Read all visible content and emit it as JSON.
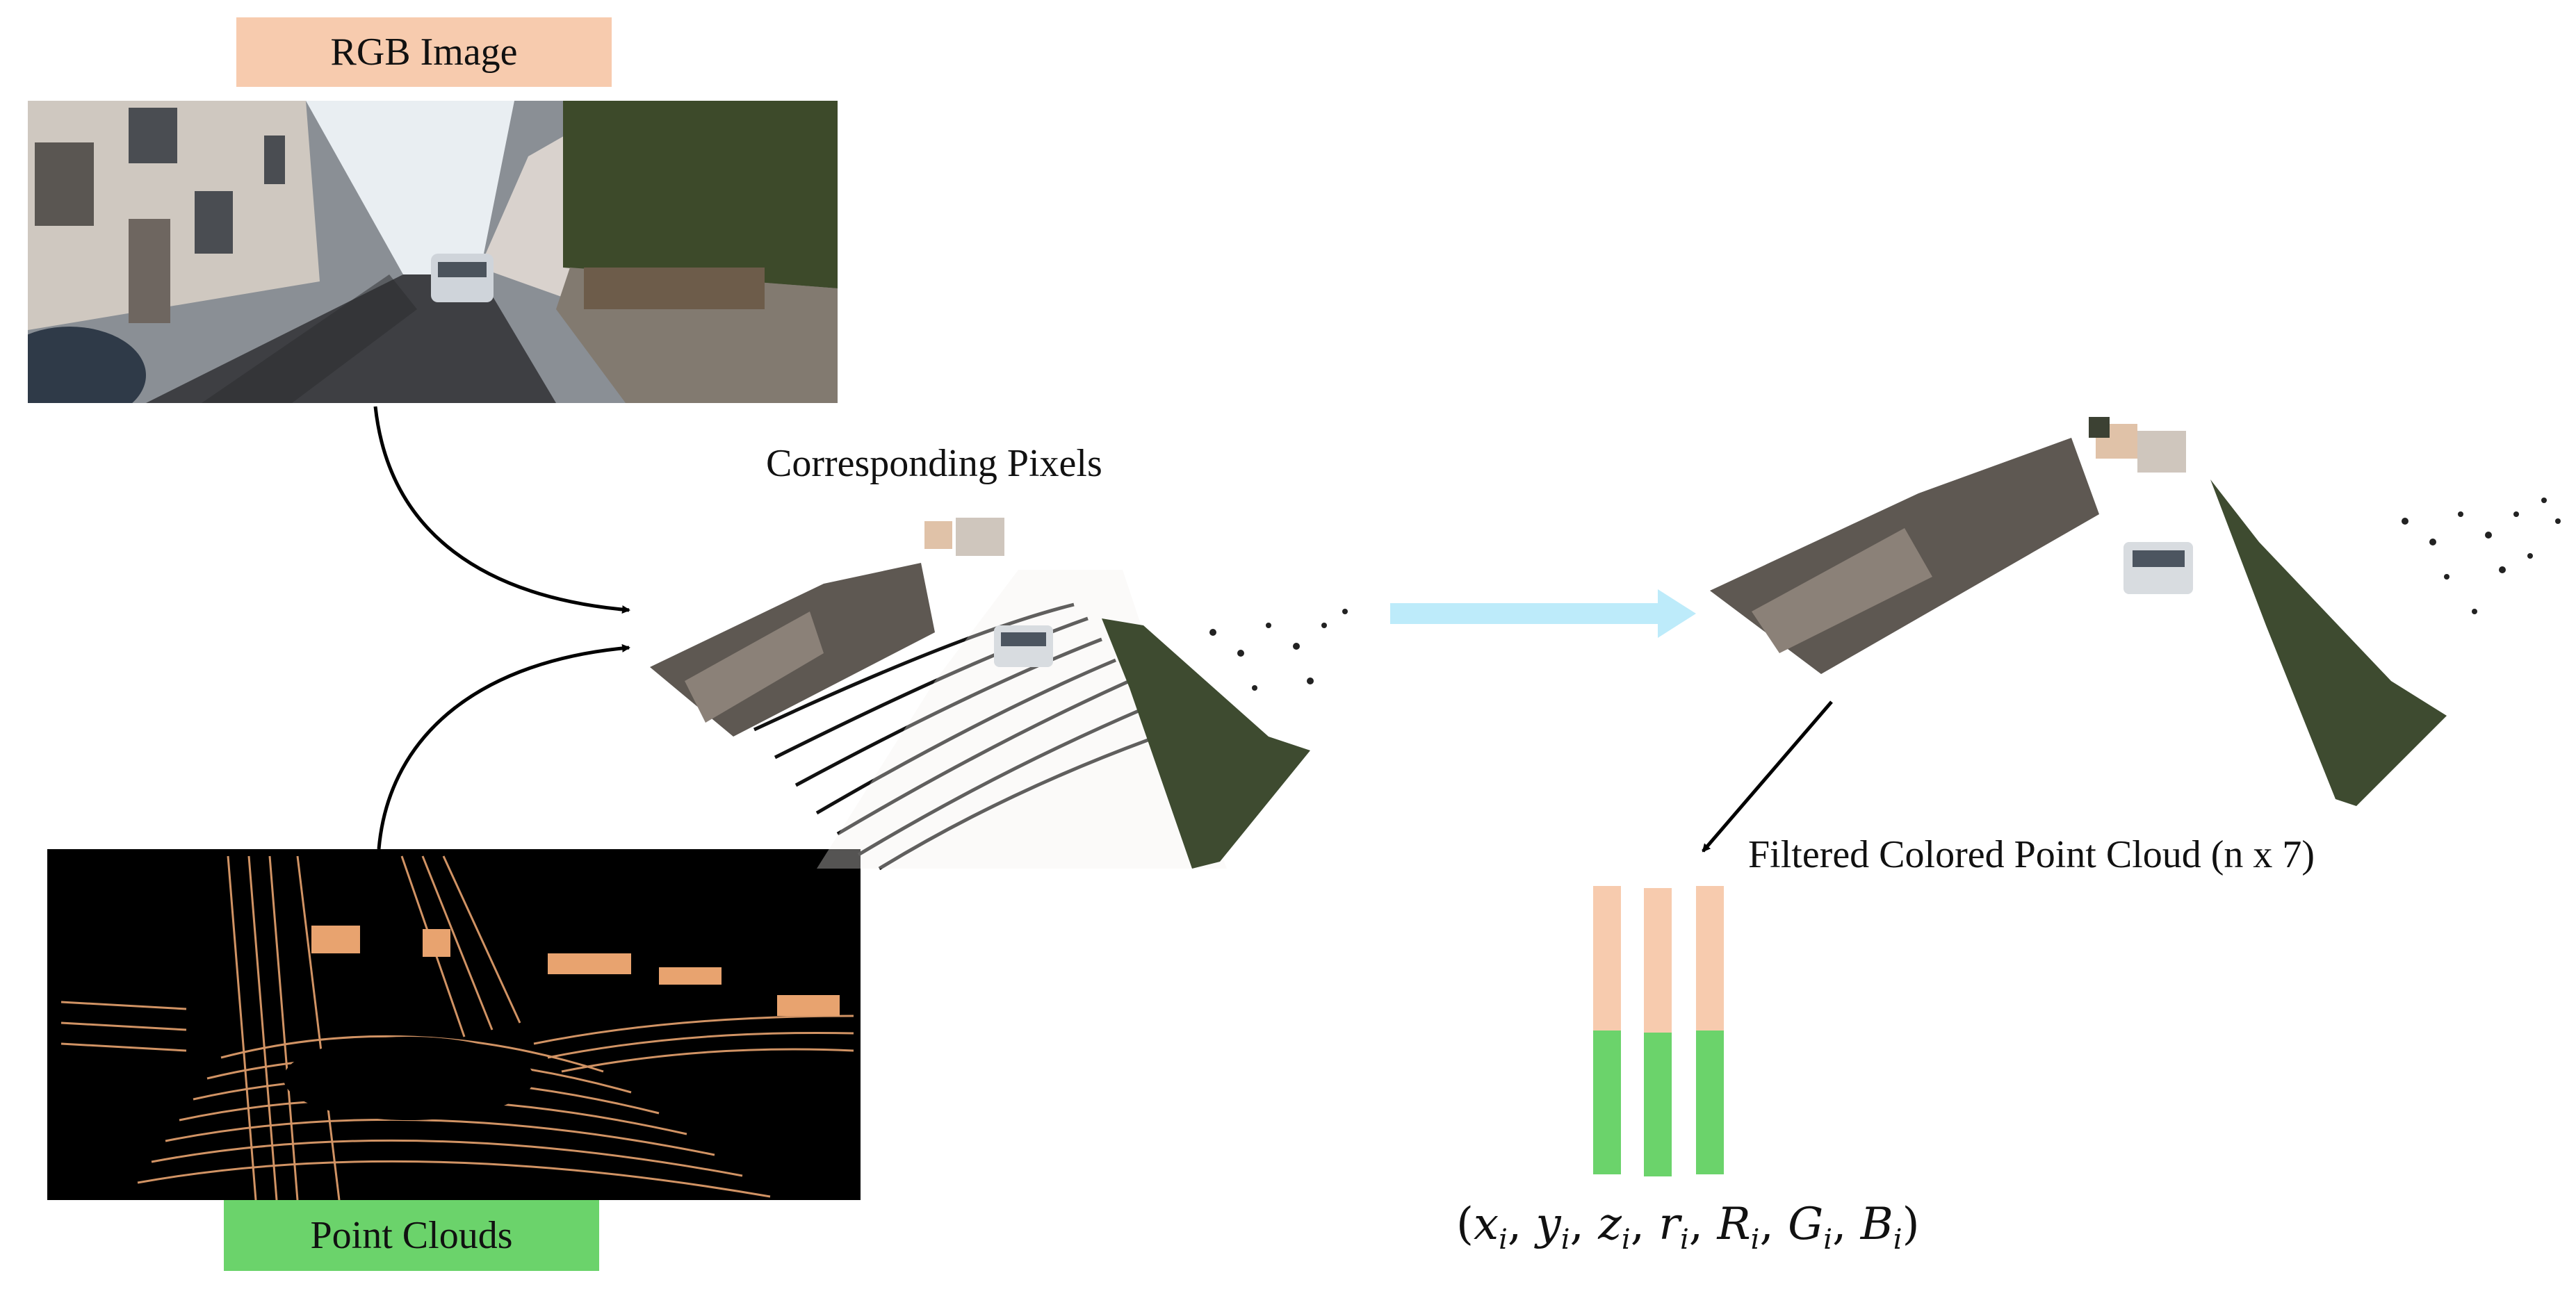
{
  "labels": {
    "rgb_image": "RGB Image",
    "point_clouds": "Point Clouds",
    "corresponding_pixels": "Corresponding Pixels",
    "filtered_cloud": "Filtered Colored Point Cloud (n x 7)"
  },
  "formula": {
    "open": "(",
    "close": ")",
    "sep": ", ",
    "terms": [
      {
        "base": "x",
        "sub": "i"
      },
      {
        "base": "y",
        "sub": "i"
      },
      {
        "base": "z",
        "sub": "i"
      },
      {
        "base": "r",
        "sub": "i"
      },
      {
        "base": "R",
        "sub": "i"
      },
      {
        "base": "G",
        "sub": "i"
      },
      {
        "base": "B",
        "sub": "i"
      }
    ]
  },
  "colors": {
    "rgb_label_bg": "#F7CBAE",
    "point_label_bg": "#6BD36B",
    "bar_top": "#F7CBAE",
    "bar_bottom": "#6BD36B",
    "big_arrow": "#BDEBFA",
    "point_cloud_dots": "#E8A36F",
    "arrow_stroke": "#000000"
  },
  "icons": {
    "rgb_image": "street-photo-image",
    "point_cloud_image": "lidar-point-cloud-image",
    "colored_cloud": "colored-point-cloud-image",
    "filtered_cloud": "filtered-colored-point-cloud-image"
  }
}
